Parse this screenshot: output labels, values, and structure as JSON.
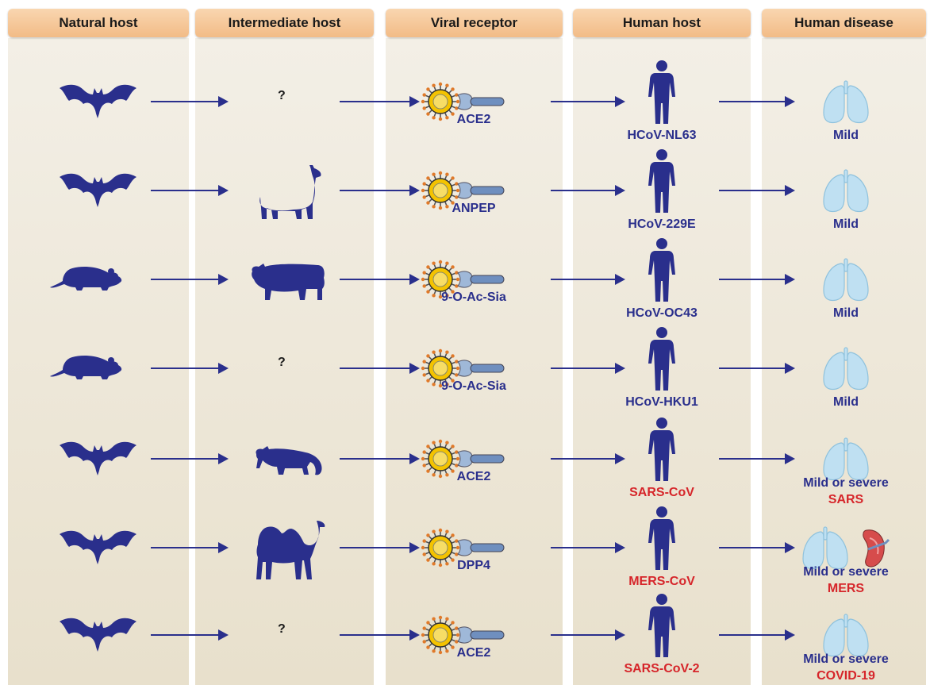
{
  "headers": [
    "Natural host",
    "Intermediate host",
    "Viral receptor",
    "Human host",
    "Human disease"
  ],
  "rows": [
    {
      "natural_host": "bat",
      "intermediate_host": "?",
      "receptor": "ACE2",
      "virus": "HCoV-NL63",
      "virus_color": "#2a2f8c",
      "disease": "Mild",
      "disease_detail": "",
      "organs": [
        "lungs"
      ]
    },
    {
      "natural_host": "bat",
      "intermediate_host": "alpaca",
      "receptor": "ANPEP",
      "virus": "HCoV-229E",
      "virus_color": "#2a2f8c",
      "disease": "Mild",
      "disease_detail": "",
      "organs": [
        "lungs"
      ]
    },
    {
      "natural_host": "rodent",
      "intermediate_host": "cattle",
      "receptor": "9-O-Ac-Sia",
      "virus": "HCoV-OC43",
      "virus_color": "#2a2f8c",
      "disease": "Mild",
      "disease_detail": "",
      "organs": [
        "lungs"
      ]
    },
    {
      "natural_host": "rodent",
      "intermediate_host": "?",
      "receptor": "9-O-Ac-Sia",
      "virus": "HCoV-HKU1",
      "virus_color": "#2a2f8c",
      "disease": "Mild",
      "disease_detail": "",
      "organs": [
        "lungs"
      ]
    },
    {
      "natural_host": "bat",
      "intermediate_host": "civet",
      "receptor": "ACE2",
      "virus": "SARS-CoV",
      "virus_color": "#d6252a",
      "disease": "Mild or severe",
      "disease_detail": "SARS",
      "organs": [
        "lungs"
      ]
    },
    {
      "natural_host": "bat",
      "intermediate_host": "camel",
      "receptor": "DPP4",
      "virus": "MERS-CoV",
      "virus_color": "#d6252a",
      "disease": "Mild or severe",
      "disease_detail": "MERS",
      "organs": [
        "lungs",
        "kidney"
      ]
    },
    {
      "natural_host": "bat",
      "intermediate_host": "?",
      "receptor": "ACE2",
      "virus": "SARS-CoV-2",
      "virus_color": "#d6252a",
      "disease": "Mild or severe",
      "disease_detail": "COVID-19",
      "organs": [
        "lungs"
      ]
    }
  ],
  "colors": {
    "silhouette": "#2a2f8c",
    "arrow": "#2a2f8c",
    "header_fill": "#f2bb86",
    "column_fill": "#ede6d4",
    "highlight_red": "#d6252a",
    "lung": "#bfe0f2",
    "virus_body": "#f4c300"
  }
}
